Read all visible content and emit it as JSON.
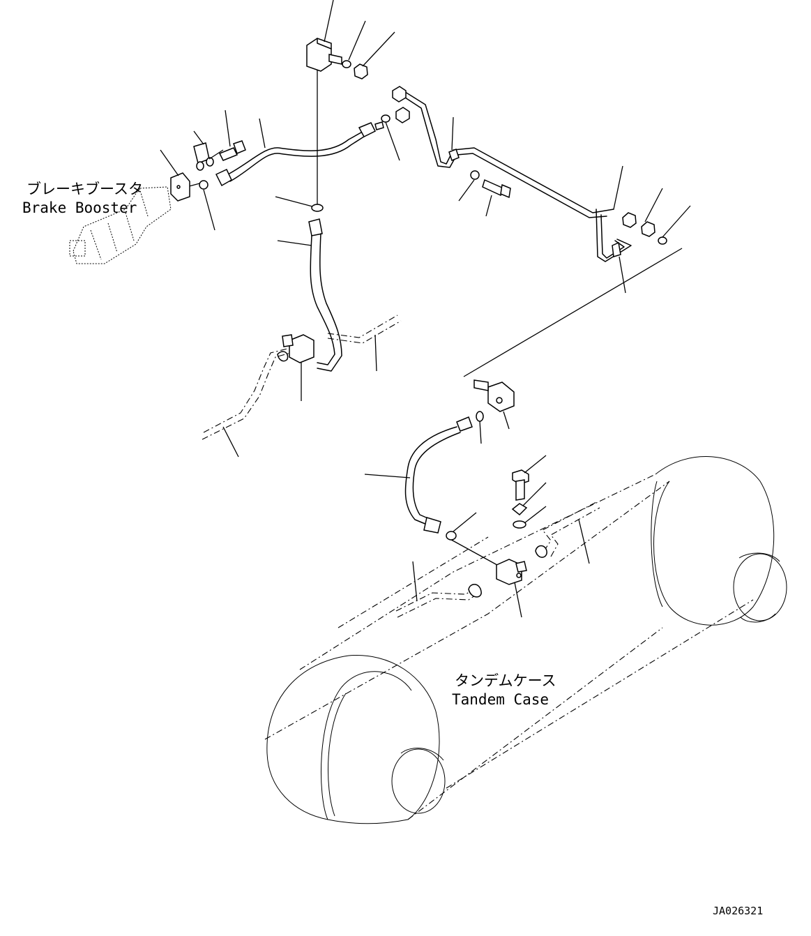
{
  "labels": {
    "brake_booster_jp": "ブレーキブースタ",
    "brake_booster_en": "Brake Booster",
    "tandem_case_jp": "タンデムケース",
    "tandem_case_en": "Tandem Case",
    "drawing_id": "JA026321"
  }
}
